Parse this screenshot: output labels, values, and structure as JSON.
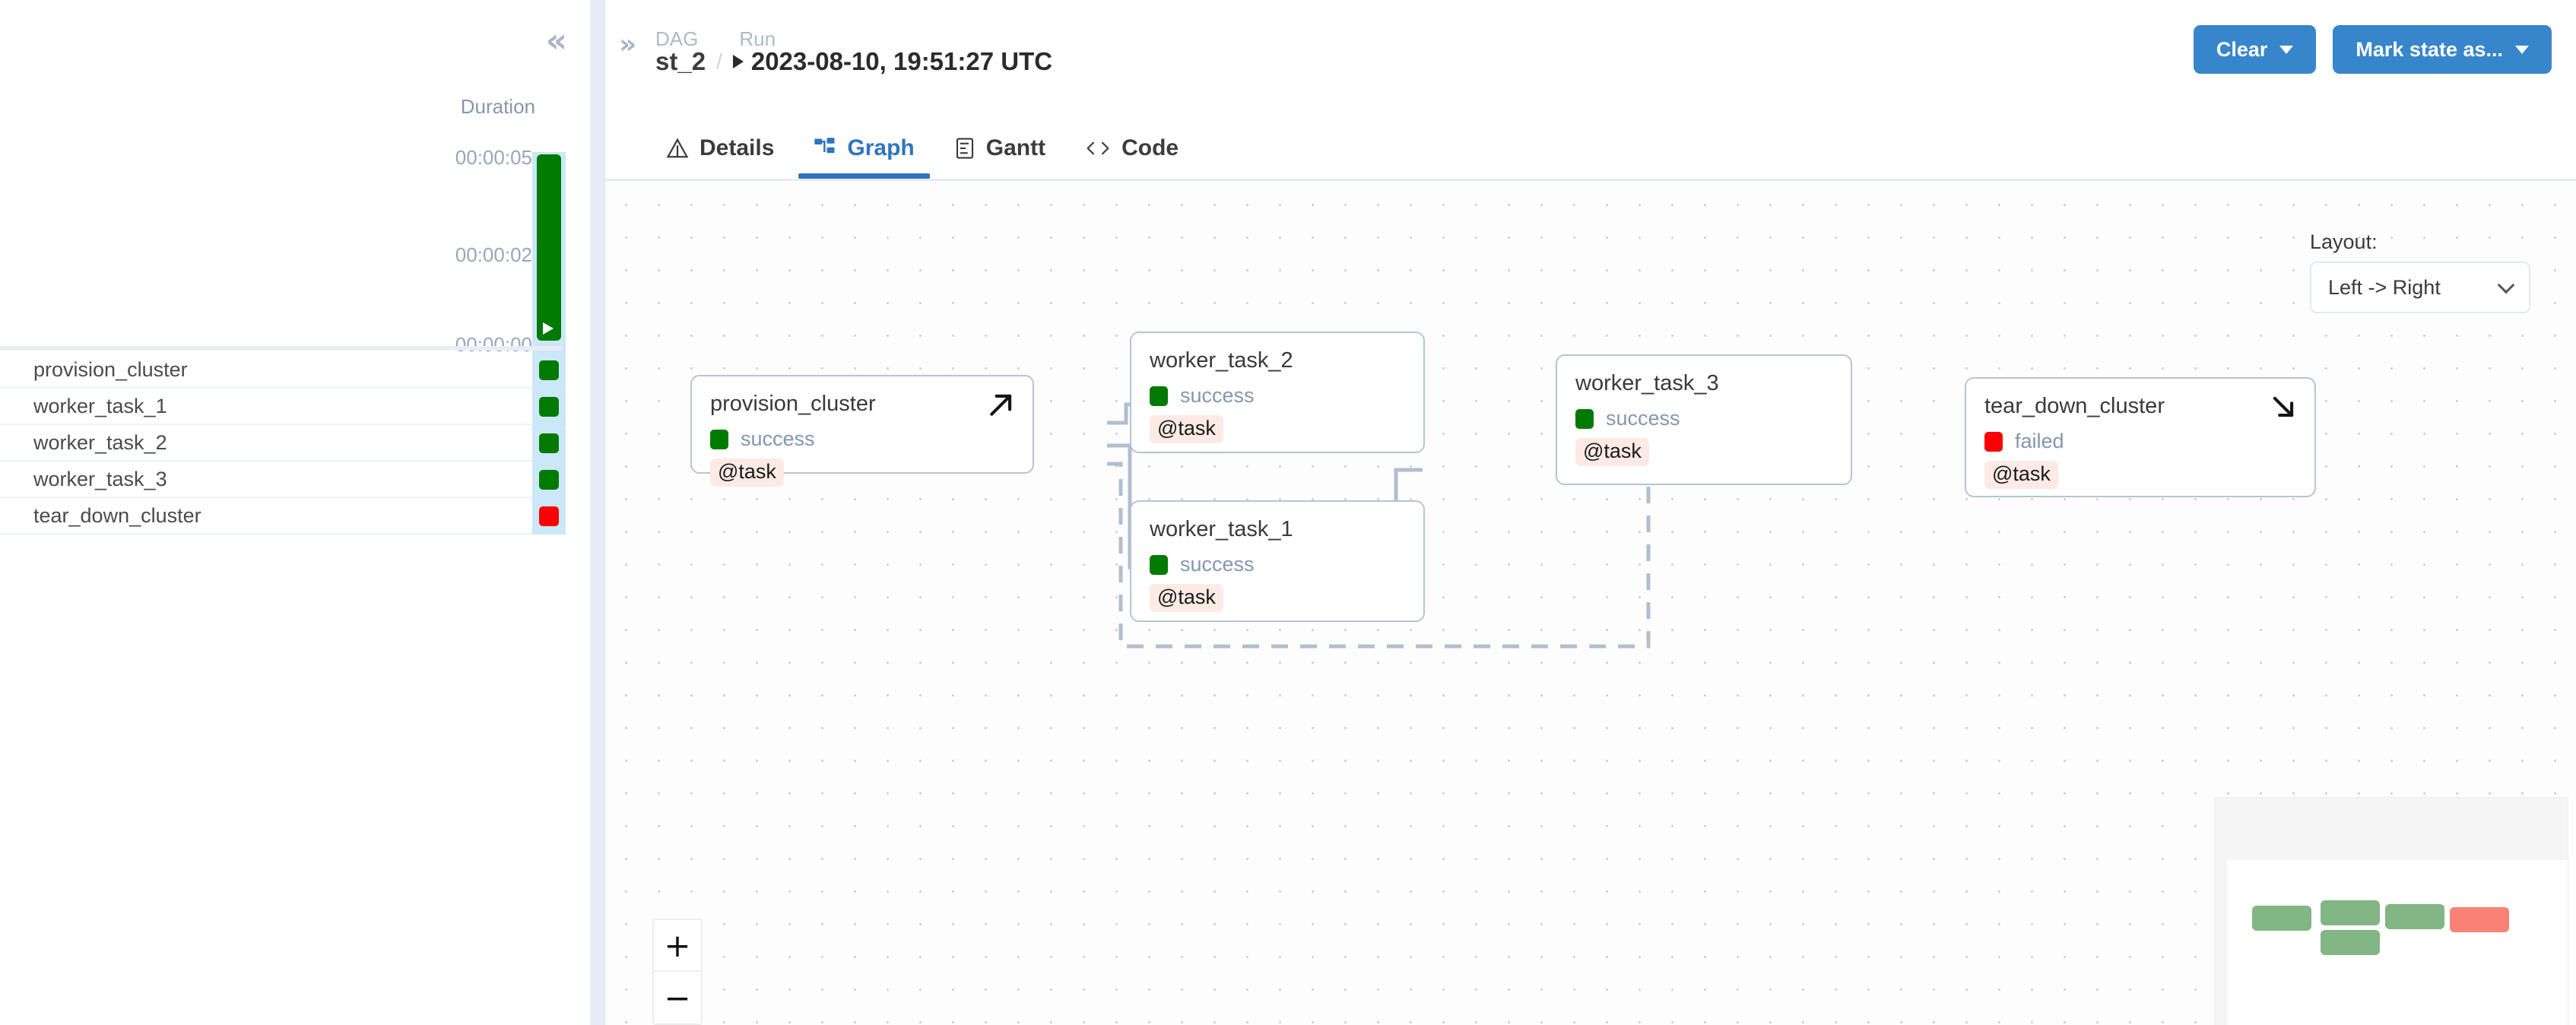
{
  "grid_panel": {
    "collapse_icon": "«",
    "duration_label": "Duration",
    "axis_ticks": [
      "00:00:05",
      "00:00:02",
      "00:00:00"
    ],
    "tasks": [
      {
        "name": "provision_cluster",
        "state": "success",
        "color": "#017a01"
      },
      {
        "name": "worker_task_1",
        "state": "success",
        "color": "#017a01"
      },
      {
        "name": "worker_task_2",
        "state": "success",
        "color": "#017a01"
      },
      {
        "name": "worker_task_3",
        "state": "success",
        "color": "#017a01"
      },
      {
        "name": "tear_down_cluster",
        "state": "failed",
        "color": "#fb0007"
      }
    ]
  },
  "header": {
    "expand_icon": "»",
    "breadcrumb_labels": {
      "dag": "DAG",
      "run": "Run"
    },
    "dag_id": "st_2",
    "separator": "/",
    "run_id": "2023-08-10, 19:51:27 UTC",
    "buttons": [
      {
        "label": "Clear",
        "name": "clear-button"
      },
      {
        "label": "Mark state as...",
        "name": "mark-state-button"
      }
    ]
  },
  "tabs": [
    {
      "label": "Details",
      "icon": "triangle-alert-icon",
      "active": false
    },
    {
      "label": "Graph",
      "icon": "graph-icon",
      "active": true
    },
    {
      "label": "Gantt",
      "icon": "gantt-icon",
      "active": false
    },
    {
      "label": "Code",
      "icon": "code-icon",
      "active": false
    }
  ],
  "graph": {
    "layout_label": "Layout:",
    "layout_value": "Left -> Right",
    "zoom_in": "+",
    "zoom_out": "−",
    "nodes": [
      {
        "id": "provision_cluster",
        "title": "provision_cluster",
        "state": "success",
        "state_color": "#017a01",
        "badge": "@task",
        "arrow": "arrow-up-right-icon"
      },
      {
        "id": "worker_task_2",
        "title": "worker_task_2",
        "state": "success",
        "state_color": "#017a01",
        "badge": "@task",
        "arrow": ""
      },
      {
        "id": "worker_task_1",
        "title": "worker_task_1",
        "state": "success",
        "state_color": "#017a01",
        "badge": "@task",
        "arrow": ""
      },
      {
        "id": "worker_task_3",
        "title": "worker_task_3",
        "state": "success",
        "state_color": "#017a01",
        "badge": "@task",
        "arrow": ""
      },
      {
        "id": "tear_down_cluster",
        "title": "tear_down_cluster",
        "state": "failed",
        "state_color": "#fb0007",
        "badge": "@task",
        "arrow": "arrow-down-right-icon"
      }
    ],
    "minimap_nodes": [
      {
        "color": "#82b684"
      },
      {
        "color": "#82b684"
      },
      {
        "color": "#82b684"
      },
      {
        "color": "#82b684"
      },
      {
        "color": "#fa8274"
      }
    ]
  },
  "colors": {
    "accent": "#2f74c0",
    "button_blue": "#3786cc",
    "success": "#017a01",
    "failed": "#fb0007",
    "node_border": "#b7c4d6",
    "badge_bg": "#fdeae4"
  }
}
